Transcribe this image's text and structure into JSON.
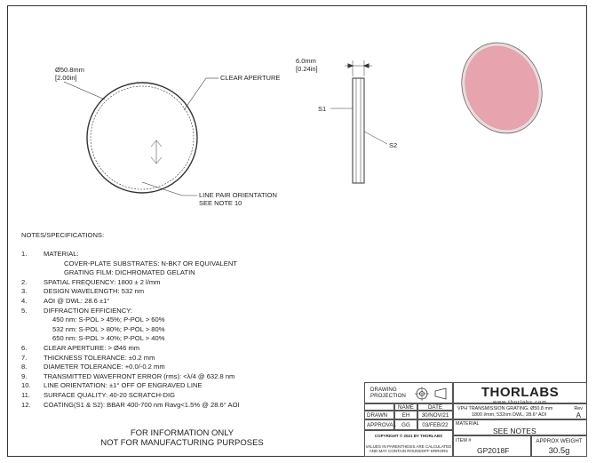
{
  "drawing": {
    "front_view": {
      "diameter_label": "Ø50.8mm",
      "diameter_label_inch": "[2.00in]",
      "clear_aperture_label": "CLEAR APERTURE",
      "line_orientation_label": "LINE PAIR ORIENTATION",
      "see_note_label": "SEE NOTE 10"
    },
    "side_view": {
      "thickness_label": "6.0mm",
      "thickness_label_inch": "[0.24in]",
      "s1_label": "S1",
      "s2_label": "S2"
    },
    "iso_view": {
      "fill_color": "#e8a4ae"
    }
  },
  "notes": {
    "heading": "NOTES/SPECIFICATIONS:",
    "items": [
      {
        "num": "1.",
        "text": "MATERIAL:"
      },
      {
        "num": "",
        "text": "COVER-PLATE SUBSTRATES: N-BK7 OR EQUIVALENT",
        "indent": "sub"
      },
      {
        "num": "",
        "text": "GRATING FILM: DICHROMATED GELATIN",
        "indent": "sub"
      },
      {
        "num": "2.",
        "text": "SPATIAL FREQUENCY: 1800 ± 2 l/mm"
      },
      {
        "num": "3.",
        "text": "DESIGN WAVELENGTH: 532 nm"
      },
      {
        "num": "4.",
        "text": "AOI @ DWL: 28.6 ±1°"
      },
      {
        "num": "5.",
        "text": "DIFFRACTION EFFICIENCY:"
      },
      {
        "num": "",
        "text": "450 nm: S-POL > 45%; P-POL > 60%",
        "indent": "sub2"
      },
      {
        "num": "",
        "text": "532 nm: S-POL > 80%; P-POL > 80%",
        "indent": "sub2"
      },
      {
        "num": "",
        "text": "650 nm: S-POL > 40%; P-POL > 40%",
        "indent": "sub2"
      },
      {
        "num": "6.",
        "text": "CLEAR APERTURE: > Ø46 mm"
      },
      {
        "num": "7.",
        "text": "THICKNESS TOLERANCE: ±0.2 mm"
      },
      {
        "num": "8.",
        "text": "DIAMETER TOLERANCE: +0.0/-0.2 mm"
      },
      {
        "num": "9.",
        "text": "TRANSMITTED WAVEFRONT ERROR (rms): <λ/4 @ 632.8 nm"
      },
      {
        "num": "10.",
        "text": "LINE ORIENTATION: ±1° OFF OF ENGRAVED LINE"
      },
      {
        "num": "11.",
        "text": "SURFACE QUALITY: 40-20 SCRATCH-DIG"
      },
      {
        "num": "12.",
        "text": "COATING(S1 & S2): BBAR 400-700 nm Ravg<1.5% @ 28.6° AOI"
      }
    ]
  },
  "info_line1": "FOR INFORMATION ONLY",
  "info_line2": "NOT FOR MANUFACTURING PURPOSES",
  "title_block": {
    "projection_label": "DRAWING PROJECTION",
    "name_header": "NAME",
    "date_header": "DATE",
    "drawn_label": "DRAWN",
    "drawn_name": "EH",
    "drawn_date": "30/NOV/21",
    "approval_label": "APPROVAL",
    "approval_name": "GG",
    "approval_date": "03/FEB/22",
    "copyright": "COPYRIGHT © 2021 BY THORLABS",
    "disclaimer_1": "VALUES IN PARENTHESIS ARE CALCULATED",
    "disclaimer_2": "AND MAY CONTAIN ROUNDOFF ERRORS",
    "logo": "THORLABS",
    "website": "www.thorlabs.com",
    "description_1": "VPH TRANSMISSION GRATING, Ø50.8 mm",
    "description_2": "1800 l/mm, 532nm DWL, 28.6° AOI",
    "rev_label": "Rev",
    "rev_value": "A",
    "material_label": "MATERIAL",
    "material_value": "SEE NOTES",
    "item_label": "ITEM #",
    "item_value": "GP2018F",
    "weight_label": "APPROX WEIGHT",
    "weight_value": "30.5g"
  }
}
